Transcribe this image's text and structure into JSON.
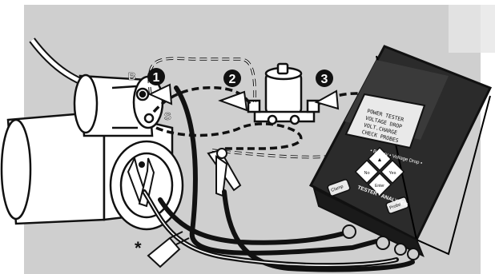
{
  "colors": {
    "panel": "#cfcfcf",
    "panel_edge": "#e6e6e6",
    "ink": "#111111",
    "device_body": "#2b2b2b",
    "device_face": "#1a1a1a",
    "lcd": "#e9e9e9",
    "white": "#ffffff"
  },
  "callouts": {
    "c1": "1",
    "c2": "2",
    "c3": "3"
  },
  "starter": {
    "terminal_b": "B",
    "terminal_s": "S"
  },
  "note_marker": "*",
  "device": {
    "lcd_lines": [
      "POWER TESTER",
      "VOLTAGE DROP",
      "VOLT.CHARGE",
      "CHECK PROBES"
    ],
    "mode_label": "• Battery • Voltage Drop •",
    "keys": {
      "up": "▲",
      "left": "No",
      "right": "Yes",
      "down": "Enter"
    },
    "brand_label": "TESTER • ANALYZER",
    "btn_left": "Clamp",
    "btn_right": "Probe"
  }
}
